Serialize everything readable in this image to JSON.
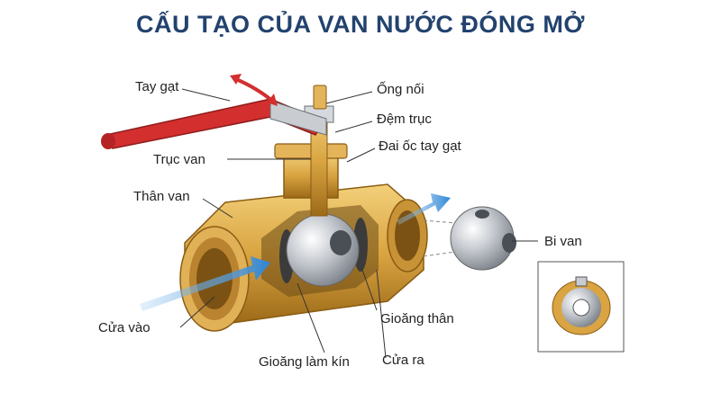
{
  "title": "CẤU TẠO CỦA VAN NƯỚC ĐÓNG MỞ",
  "labels": {
    "tay_gat": "Tay gạt",
    "ong_noi": "Ống nối",
    "dem_truc": "Đệm trục",
    "dai_oc_tay_gat": "Đai ốc tay gạt",
    "truc_van": "Trục van",
    "than_van": "Thân van",
    "bi_van": "Bi van",
    "cua_vao": "Cửa vào",
    "gioang_than": "Gioăng thân",
    "gioang_lam_kin": "Gioăng làm kín",
    "cua_ra": "Cửa ra"
  },
  "colors": {
    "title": "#22426e",
    "handle": "#d32f2f",
    "brass": "#d9a441",
    "brass_dark": "#a8741c",
    "steel": "#c8ccd2",
    "arrow": "#2f86d6"
  }
}
